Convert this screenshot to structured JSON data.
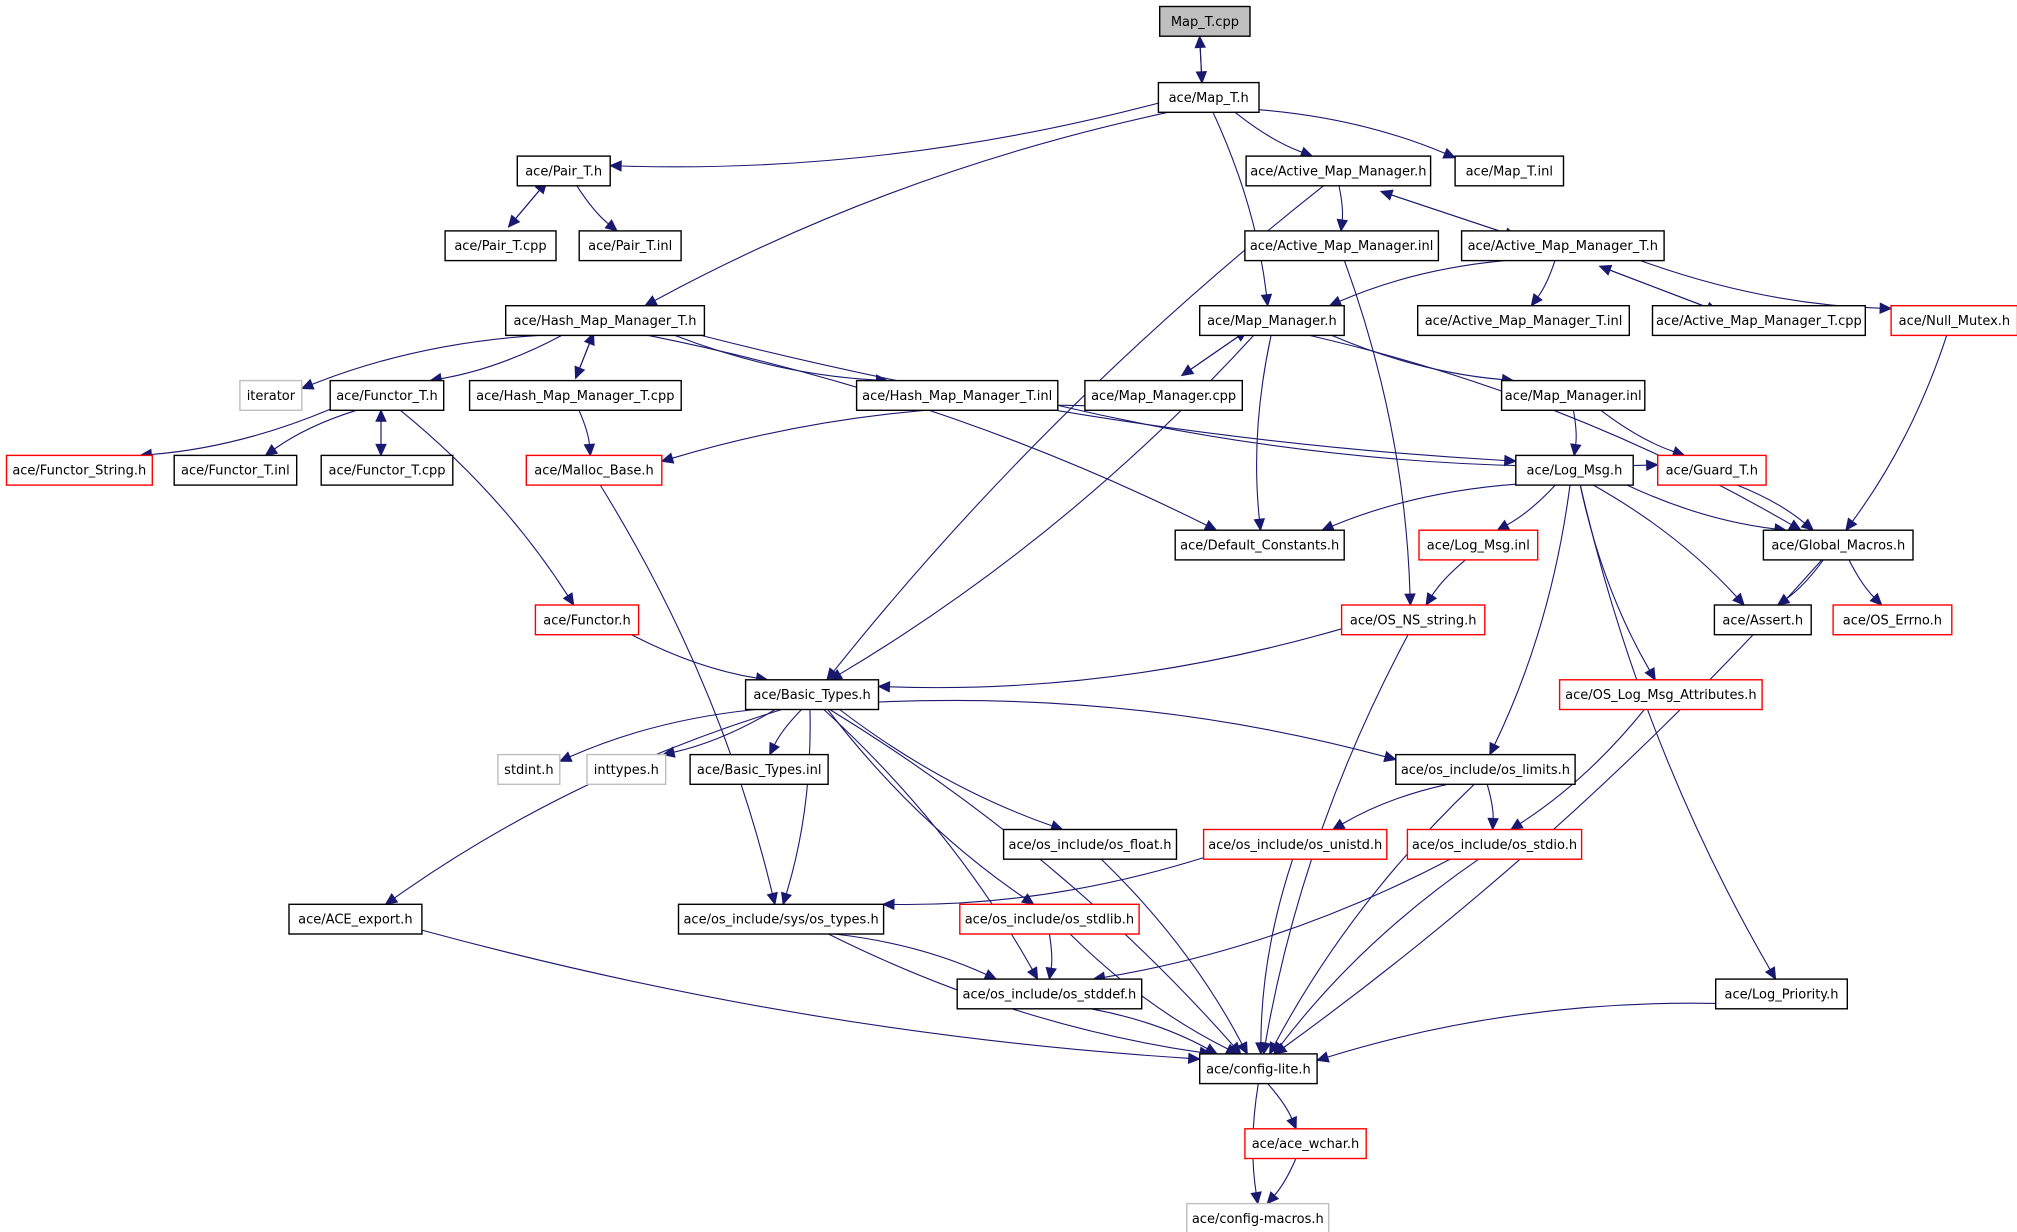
{
  "diagram": {
    "nodes": [
      {
        "id": "map_t_cpp",
        "label": "Map_T.cpp",
        "kind": "root"
      },
      {
        "id": "map_t_h",
        "label": "ace/Map_T.h",
        "kind": "normal"
      },
      {
        "id": "pair_t_h",
        "label": "ace/Pair_T.h",
        "kind": "normal"
      },
      {
        "id": "active_map_manager_h",
        "label": "ace/Active_Map_Manager.h",
        "kind": "normal"
      },
      {
        "id": "map_t_inl",
        "label": "ace/Map_T.inl",
        "kind": "normal"
      },
      {
        "id": "pair_t_cpp",
        "label": "ace/Pair_T.cpp",
        "kind": "normal"
      },
      {
        "id": "pair_t_inl",
        "label": "ace/Pair_T.inl",
        "kind": "normal"
      },
      {
        "id": "active_map_manager_inl",
        "label": "ace/Active_Map_Manager.inl",
        "kind": "normal"
      },
      {
        "id": "active_map_manager_t_h",
        "label": "ace/Active_Map_Manager_T.h",
        "kind": "normal"
      },
      {
        "id": "hash_map_manager_t_h",
        "label": "ace/Hash_Map_Manager_T.h",
        "kind": "normal"
      },
      {
        "id": "map_manager_h",
        "label": "ace/Map_Manager.h",
        "kind": "normal"
      },
      {
        "id": "active_map_manager_t_inl",
        "label": "ace/Active_Map_Manager_T.inl",
        "kind": "normal"
      },
      {
        "id": "active_map_manager_t_cpp",
        "label": "ace/Active_Map_Manager_T.cpp",
        "kind": "normal"
      },
      {
        "id": "null_mutex_h",
        "label": "ace/Null_Mutex.h",
        "kind": "truncated"
      },
      {
        "id": "iterator",
        "label": "iterator",
        "kind": "external"
      },
      {
        "id": "functor_t_h",
        "label": "ace/Functor_T.h",
        "kind": "normal"
      },
      {
        "id": "hash_map_manager_t_cpp",
        "label": "ace/Hash_Map_Manager_T.cpp",
        "kind": "normal"
      },
      {
        "id": "hash_map_manager_t_inl",
        "label": "ace/Hash_Map_Manager_T.inl",
        "kind": "normal"
      },
      {
        "id": "map_manager_cpp",
        "label": "ace/Map_Manager.cpp",
        "kind": "normal"
      },
      {
        "id": "map_manager_inl",
        "label": "ace/Map_Manager.inl",
        "kind": "normal"
      },
      {
        "id": "functor_string_h",
        "label": "ace/Functor_String.h",
        "kind": "truncated"
      },
      {
        "id": "functor_t_inl",
        "label": "ace/Functor_T.inl",
        "kind": "normal"
      },
      {
        "id": "functor_t_cpp",
        "label": "ace/Functor_T.cpp",
        "kind": "normal"
      },
      {
        "id": "malloc_base_h",
        "label": "ace/Malloc_Base.h",
        "kind": "truncated"
      },
      {
        "id": "log_msg_h",
        "label": "ace/Log_Msg.h",
        "kind": "normal"
      },
      {
        "id": "guard_t_h",
        "label": "ace/Guard_T.h",
        "kind": "truncated"
      },
      {
        "id": "default_constants_h",
        "label": "ace/Default_Constants.h",
        "kind": "normal"
      },
      {
        "id": "log_msg_inl",
        "label": "ace/Log_Msg.inl",
        "kind": "truncated"
      },
      {
        "id": "global_macros_h",
        "label": "ace/Global_Macros.h",
        "kind": "normal"
      },
      {
        "id": "functor_h",
        "label": "ace/Functor.h",
        "kind": "truncated"
      },
      {
        "id": "os_ns_string_h",
        "label": "ace/OS_NS_string.h",
        "kind": "truncated"
      },
      {
        "id": "assert_h",
        "label": "ace/Assert.h",
        "kind": "normal"
      },
      {
        "id": "os_errno_h",
        "label": "ace/OS_Errno.h",
        "kind": "truncated"
      },
      {
        "id": "basic_types_h",
        "label": "ace/Basic_Types.h",
        "kind": "normal"
      },
      {
        "id": "os_log_msg_attributes_h",
        "label": "ace/OS_Log_Msg_Attributes.h",
        "kind": "truncated"
      },
      {
        "id": "stdint_h",
        "label": "stdint.h",
        "kind": "external"
      },
      {
        "id": "inttypes_h",
        "label": "inttypes.h",
        "kind": "external"
      },
      {
        "id": "basic_types_inl",
        "label": "ace/Basic_Types.inl",
        "kind": "normal"
      },
      {
        "id": "os_limits_h",
        "label": "ace/os_include/os_limits.h",
        "kind": "normal"
      },
      {
        "id": "os_float_h",
        "label": "ace/os_include/os_float.h",
        "kind": "normal"
      },
      {
        "id": "os_unistd_h",
        "label": "ace/os_include/os_unistd.h",
        "kind": "truncated"
      },
      {
        "id": "os_stdio_h",
        "label": "ace/os_include/os_stdio.h",
        "kind": "truncated"
      },
      {
        "id": "ace_export_h",
        "label": "ace/ACE_export.h",
        "kind": "normal"
      },
      {
        "id": "os_types_h",
        "label": "ace/os_include/sys/os_types.h",
        "kind": "normal"
      },
      {
        "id": "os_stdlib_h",
        "label": "ace/os_include/os_stdlib.h",
        "kind": "truncated"
      },
      {
        "id": "os_stddef_h",
        "label": "ace/os_include/os_stddef.h",
        "kind": "normal"
      },
      {
        "id": "log_priority_h",
        "label": "ace/Log_Priority.h",
        "kind": "normal"
      },
      {
        "id": "config_lite_h",
        "label": "ace/config-lite.h",
        "kind": "normal"
      },
      {
        "id": "ace_wchar_h",
        "label": "ace/ace_wchar.h",
        "kind": "truncated"
      },
      {
        "id": "config_macros_h",
        "label": "ace/config-macros.h",
        "kind": "external"
      }
    ],
    "edges": [
      [
        "map_t_cpp",
        "map_t_h"
      ],
      [
        "map_t_h",
        "map_t_cpp"
      ],
      [
        "map_t_h",
        "pair_t_h"
      ],
      [
        "map_t_h",
        "active_map_manager_h"
      ],
      [
        "map_t_h",
        "map_t_inl"
      ],
      [
        "map_t_h",
        "hash_map_manager_t_h"
      ],
      [
        "map_t_h",
        "map_manager_h"
      ],
      [
        "pair_t_h",
        "pair_t_cpp"
      ],
      [
        "pair_t_cpp",
        "pair_t_h"
      ],
      [
        "pair_t_h",
        "pair_t_inl"
      ],
      [
        "active_map_manager_h",
        "active_map_manager_inl"
      ],
      [
        "active_map_manager_h",
        "active_map_manager_t_h"
      ],
      [
        "active_map_manager_t_h",
        "active_map_manager_h"
      ],
      [
        "active_map_manager_h",
        "basic_types_h"
      ],
      [
        "active_map_manager_inl",
        "os_ns_string_h"
      ],
      [
        "active_map_manager_t_h",
        "map_manager_h"
      ],
      [
        "active_map_manager_t_h",
        "active_map_manager_t_inl"
      ],
      [
        "active_map_manager_t_h",
        "active_map_manager_t_cpp"
      ],
      [
        "active_map_manager_t_cpp",
        "active_map_manager_t_h"
      ],
      [
        "active_map_manager_t_h",
        "null_mutex_h"
      ],
      [
        "null_mutex_h",
        "global_macros_h"
      ],
      [
        "hash_map_manager_t_h",
        "iterator"
      ],
      [
        "hash_map_manager_t_h",
        "functor_t_h"
      ],
      [
        "hash_map_manager_t_h",
        "hash_map_manager_t_cpp"
      ],
      [
        "hash_map_manager_t_cpp",
        "hash_map_manager_t_h"
      ],
      [
        "hash_map_manager_t_h",
        "hash_map_manager_t_inl"
      ],
      [
        "hash_map_manager_t_h",
        "default_constants_h"
      ],
      [
        "hash_map_manager_t_h",
        "log_msg_h"
      ],
      [
        "hash_map_manager_t_cpp",
        "malloc_base_h"
      ],
      [
        "hash_map_manager_t_inl",
        "guard_t_h"
      ],
      [
        "functor_t_h",
        "functor_string_h"
      ],
      [
        "functor_t_h",
        "functor_t_inl"
      ],
      [
        "functor_t_h",
        "functor_t_cpp"
      ],
      [
        "functor_t_cpp",
        "functor_t_h"
      ],
      [
        "functor_t_h",
        "functor_h"
      ],
      [
        "map_manager_h",
        "map_manager_cpp"
      ],
      [
        "map_manager_cpp",
        "map_manager_h"
      ],
      [
        "map_manager_h",
        "map_manager_inl"
      ],
      [
        "map_manager_h",
        "global_macros_h"
      ],
      [
        "map_manager_h",
        "default_constants_h"
      ],
      [
        "map_manager_h",
        "basic_types_h"
      ],
      [
        "map_manager_cpp",
        "malloc_base_h"
      ],
      [
        "map_manager_inl",
        "log_msg_h"
      ],
      [
        "map_manager_inl",
        "guard_t_h"
      ],
      [
        "malloc_base_h",
        "os_types_h"
      ],
      [
        "log_msg_h",
        "default_constants_h"
      ],
      [
        "log_msg_h",
        "log_msg_inl"
      ],
      [
        "log_msg_h",
        "global_macros_h"
      ],
      [
        "log_msg_h",
        "assert_h"
      ],
      [
        "log_msg_h",
        "os_log_msg_attributes_h"
      ],
      [
        "log_msg_h",
        "os_limits_h"
      ],
      [
        "log_msg_h",
        "log_priority_h"
      ],
      [
        "guard_t_h",
        "global_macros_h"
      ],
      [
        "log_msg_inl",
        "os_ns_string_h"
      ],
      [
        "global_macros_h",
        "assert_h"
      ],
      [
        "global_macros_h",
        "os_errno_h"
      ],
      [
        "global_macros_h",
        "config_lite_h"
      ],
      [
        "functor_h",
        "basic_types_h"
      ],
      [
        "os_ns_string_h",
        "basic_types_h"
      ],
      [
        "os_ns_string_h",
        "config_lite_h"
      ],
      [
        "os_log_msg_attributes_h",
        "os_stdio_h"
      ],
      [
        "basic_types_h",
        "stdint_h"
      ],
      [
        "basic_types_h",
        "inttypes_h"
      ],
      [
        "basic_types_h",
        "basic_types_inl"
      ],
      [
        "basic_types_h",
        "os_limits_h"
      ],
      [
        "basic_types_h",
        "os_float_h"
      ],
      [
        "basic_types_h",
        "os_types_h"
      ],
      [
        "basic_types_h",
        "os_stdlib_h"
      ],
      [
        "basic_types_h",
        "os_stddef_h"
      ],
      [
        "basic_types_h",
        "ace_export_h"
      ],
      [
        "basic_types_h",
        "config_lite_h"
      ],
      [
        "os_limits_h",
        "os_unistd_h"
      ],
      [
        "os_limits_h",
        "os_stdio_h"
      ],
      [
        "os_limits_h",
        "config_lite_h"
      ],
      [
        "os_unistd_h",
        "os_types_h"
      ],
      [
        "os_unistd_h",
        "config_lite_h"
      ],
      [
        "os_stdio_h",
        "os_stddef_h"
      ],
      [
        "os_stdio_h",
        "config_lite_h"
      ],
      [
        "os_float_h",
        "config_lite_h"
      ],
      [
        "ace_export_h",
        "config_lite_h"
      ],
      [
        "os_types_h",
        "os_stddef_h"
      ],
      [
        "os_types_h",
        "config_lite_h"
      ],
      [
        "os_stdlib_h",
        "os_stddef_h"
      ],
      [
        "os_stdlib_h",
        "config_lite_h"
      ],
      [
        "os_stddef_h",
        "config_lite_h"
      ],
      [
        "log_priority_h",
        "config_lite_h"
      ],
      [
        "config_lite_h",
        "ace_wchar_h"
      ],
      [
        "config_lite_h",
        "config_macros_h"
      ],
      [
        "ace_wchar_h",
        "config_macros_h"
      ]
    ]
  }
}
